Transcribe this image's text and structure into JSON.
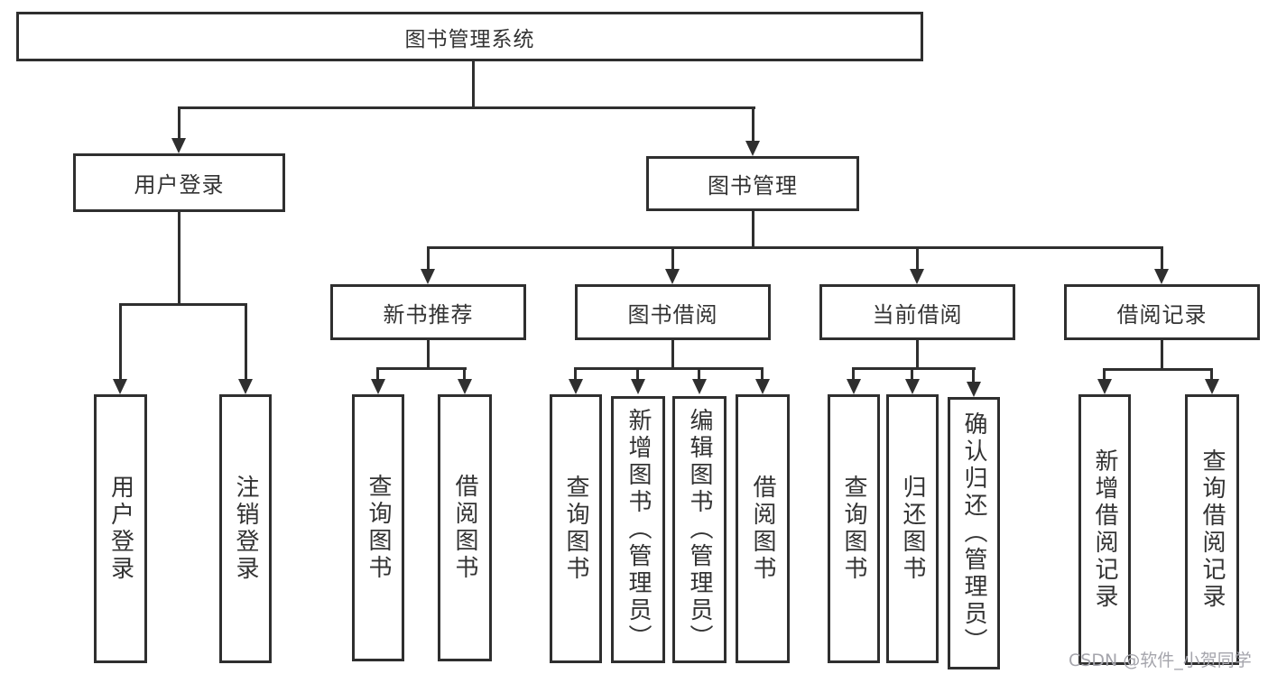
{
  "diagram_type": "hierarchy-tree",
  "tree": {
    "label": "图书管理系统",
    "children": [
      {
        "label": "用户登录",
        "children": [
          {
            "label": "用户登录"
          },
          {
            "label": "注销登录"
          }
        ]
      },
      {
        "label": "图书管理",
        "children": [
          {
            "label": "新书推荐",
            "children": [
              {
                "label": "查询图书"
              },
              {
                "label": "借阅图书"
              }
            ]
          },
          {
            "label": "图书借阅",
            "children": [
              {
                "label": "查询图书"
              },
              {
                "label": "新增图书（管理员）"
              },
              {
                "label": "编辑图书（管理员）"
              },
              {
                "label": "借阅图书"
              }
            ]
          },
          {
            "label": "当前借阅",
            "children": [
              {
                "label": "查询图书"
              },
              {
                "label": "归还图书"
              },
              {
                "label": "确认归还（管理员）"
              }
            ]
          },
          {
            "label": "借阅记录",
            "children": [
              {
                "label": "新增借阅记录"
              },
              {
                "label": "查询借阅记录"
              }
            ]
          }
        ]
      }
    ]
  },
  "watermark": {
    "text": "CSDN @软件_小贺同学"
  },
  "colors": {
    "line": "#2f2f2f",
    "text": "#333333",
    "background": "#ffffff",
    "watermark": "#a5a5ac"
  }
}
